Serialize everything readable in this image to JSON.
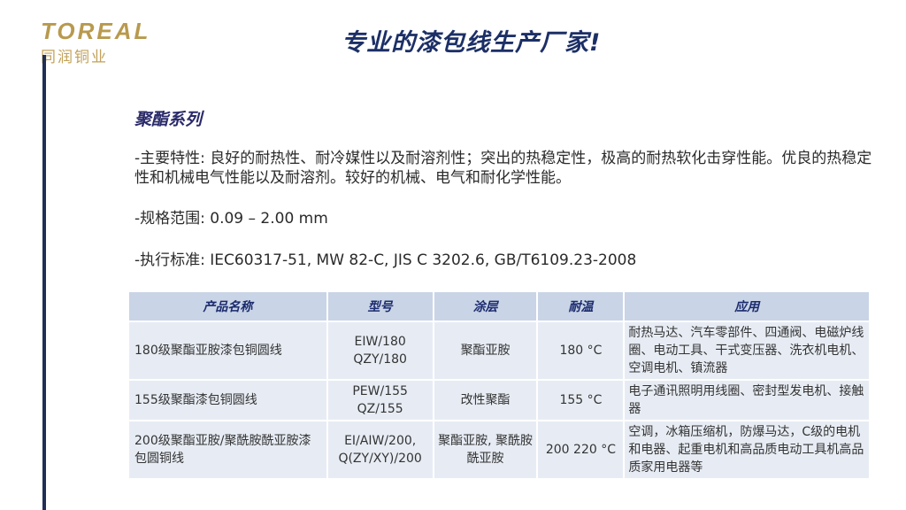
{
  "logo": {
    "brand_en": "TOREAL",
    "brand_cn": "同润铜业"
  },
  "headline": "专业的漆包线生产厂家!",
  "section": {
    "title": "聚酯系列",
    "features": "-主要特性: 良好的耐热性、耐冷媒性以及耐溶剂性；突出的热稳定性，极高的耐热软化击穿性能。优良的热稳定性和机械电气性能以及耐溶剂。较好的机械、电气和耐化学性能。",
    "range": "-规格范围: 0.09 – 2.00 mm",
    "standard": "-执行标准: IEC60317-51, MW 82-C, JIS C 3202.6, GB/T6109.23-2008"
  },
  "table": {
    "headers": [
      "产品名称",
      "型号",
      "涂层",
      "耐温",
      "应用"
    ],
    "rows": [
      {
        "name": "180级聚酯亚胺漆包铜圆线",
        "model": "EIW/180 QZY/180",
        "coating": "聚酯亚胺",
        "temp": "180 °C",
        "application": "耐热马达、汽车零部件、四通阀、电磁炉线圈、电动工具、干式变压器、洗衣机电机、空调电机、镇流器"
      },
      {
        "name": "155级聚酯漆包铜圆线",
        "model": "PEW/155 QZ/155",
        "coating": "改性聚酯",
        "temp": "155 °C",
        "application": "电子通讯照明用线圈、密封型发电机、接触器"
      },
      {
        "name": "200级聚酯亚胺/聚酰胺酰亚胺漆包圆铜线",
        "model": "EI/AIW/200, Q(ZY/XY)/200",
        "coating": "聚酯亚胺, 聚酰胺酰亚胺",
        "temp": "200 220 °C",
        "application": "空调，冰箱压缩机，防爆马达，C级的电机和电器、起重电机和高品质电动工具机高品质家用电器等"
      }
    ]
  }
}
